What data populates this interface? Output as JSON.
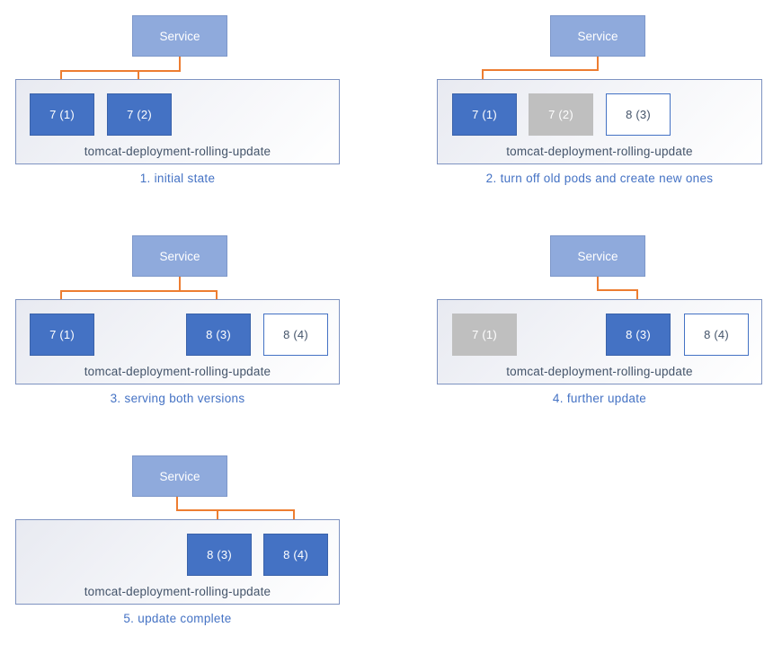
{
  "colors": {
    "service_fill": "#8faadc",
    "service_border": "#7d97c9",
    "pod_active": "#4472c4",
    "pod_active_border": "#3a62a9",
    "pod_off": "#bfbfbf",
    "pod_new_border": "#4472c4",
    "container_border": "#7e93c1",
    "arrow": "#ed7d31",
    "caption_text": "#4472c4",
    "deployment_label_text": "#44546a"
  },
  "panels": [
    {
      "service_label": "Service",
      "deployment_label": "tomcat-deployment-rolling-update",
      "caption": "1. initial state",
      "pods": [
        {
          "label": "7 (1)",
          "state": "active"
        },
        {
          "label": "7 (2)",
          "state": "active"
        }
      ]
    },
    {
      "service_label": "Service",
      "deployment_label": "tomcat-deployment-rolling-update",
      "caption": "2. turn off old pods and create new ones",
      "pods": [
        {
          "label": "7 (1)",
          "state": "active"
        },
        {
          "label": "7 (2)",
          "state": "off"
        },
        {
          "label": "8 (3)",
          "state": "new"
        }
      ]
    },
    {
      "service_label": "Service",
      "deployment_label": "tomcat-deployment-rolling-update",
      "caption": "3. serving both versions",
      "pods": [
        {
          "label": "7 (1)",
          "state": "active"
        },
        {
          "label": "8 (3)",
          "state": "active"
        },
        {
          "label": "8 (4)",
          "state": "new"
        }
      ]
    },
    {
      "service_label": "Service",
      "deployment_label": "tomcat-deployment-rolling-update",
      "caption": "4. further update",
      "pods": [
        {
          "label": "7 (1)",
          "state": "off"
        },
        {
          "label": "8 (3)",
          "state": "active"
        },
        {
          "label": "8 (4)",
          "state": "new"
        }
      ]
    },
    {
      "service_label": "Service",
      "deployment_label": "tomcat-deployment-rolling-update",
      "caption": "5. update complete",
      "pods": [
        {
          "label": "8 (3)",
          "state": "active"
        },
        {
          "label": "8 (4)",
          "state": "active"
        }
      ]
    }
  ]
}
